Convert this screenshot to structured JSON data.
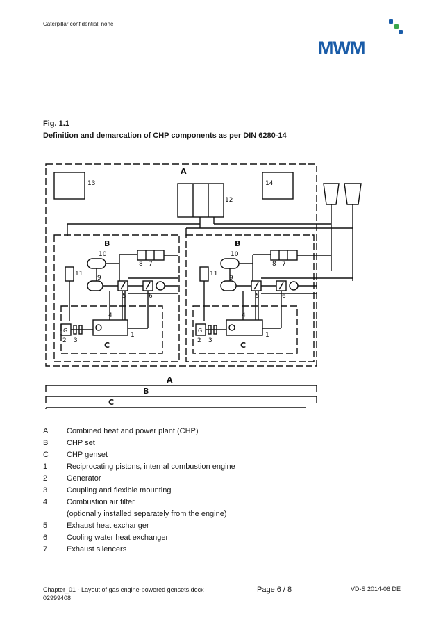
{
  "header": {
    "confidential": "Caterpillar confidential: none",
    "logo_text": "MWM",
    "logo_colors": {
      "text": "#1a5ca8",
      "square_blue": "#1a5ca8",
      "square_green": "#3aa64a"
    }
  },
  "figure": {
    "label": "Fig. 1.1",
    "title": "Definition and demarcation of CHP components as per DIN 6280-14",
    "diagram_labels": {
      "A": "A",
      "B": "B",
      "C": "C",
      "n1": "1",
      "n2": "2",
      "n3": "3",
      "n4": "4",
      "n5": "5",
      "n6": "6",
      "n7": "7",
      "n8": "8",
      "n9": "9",
      "n10": "10",
      "n11": "11",
      "n12": "12",
      "n13": "13",
      "n14": "14",
      "G": "G"
    }
  },
  "legend": [
    {
      "key": "A",
      "text": "Combined heat and power plant (CHP)"
    },
    {
      "key": "B",
      "text": "CHP set"
    },
    {
      "key": "C",
      "text": "CHP genset"
    },
    {
      "key": "1",
      "text": "Reciprocating pistons, internal combustion engine"
    },
    {
      "key": "2",
      "text": "Generator"
    },
    {
      "key": "3",
      "text": "Coupling and flexible mounting"
    },
    {
      "key": "4",
      "text": "Combustion air filter"
    },
    {
      "key": "",
      "text": "(optionally installed separately from the engine)"
    },
    {
      "key": "5",
      "text": "Exhaust heat exchanger"
    },
    {
      "key": "6",
      "text": "Cooling water heat exchanger"
    },
    {
      "key": "7",
      "text": "Exhaust silencers"
    }
  ],
  "footer": {
    "filename": "Chapter_01 - Layout of gas engine-powered gensets.docx",
    "doc_number": "02999408",
    "page": "Page 6 / 8",
    "version": "VD-S 2014-06 DE"
  }
}
